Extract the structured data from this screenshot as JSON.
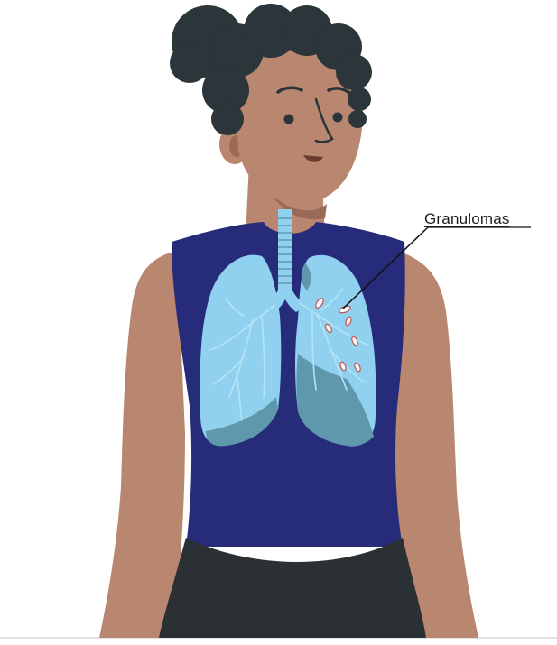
{
  "annotation": {
    "label": "Granulomas"
  },
  "colors": {
    "background": "#ffffff",
    "skin": "#b98670",
    "skin_dark": "#9a6a56",
    "hair": "#2b353a",
    "shirt": "#262c7a",
    "pants": "#2a3034",
    "lung_light": "#8fd1ee",
    "lung_dark": "#5f97ad",
    "trachea": "#8fd1ee",
    "granuloma_fill": "#ffffff",
    "granuloma_outline": "#c45a5a"
  },
  "icons": {
    "figure": "woman-torso-illustration",
    "lungs": "lungs-illustration",
    "trachea": "trachea-illustration",
    "granuloma": "granuloma-marker-icon"
  }
}
